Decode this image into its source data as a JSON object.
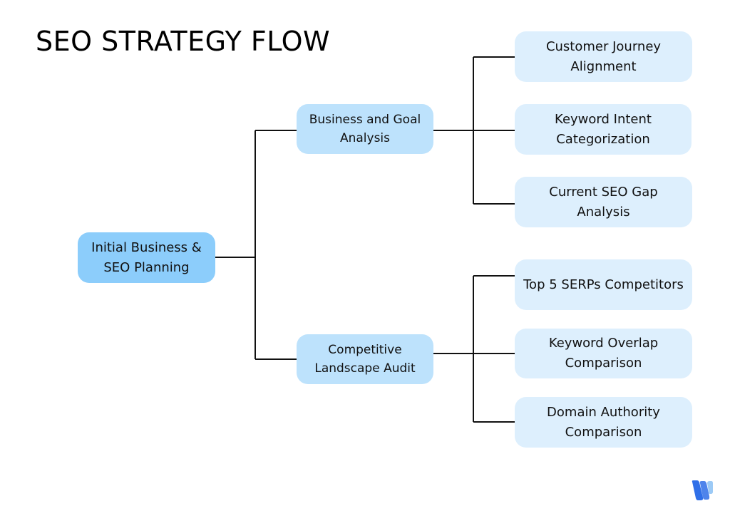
{
  "title": "SEO STRATEGY FLOW",
  "colors": {
    "root_fill": "#8ccdfb",
    "mid_fill": "#bde2fc",
    "leaf_fill": "#ddeffd",
    "connector": "#111111",
    "logo": "#2f6fe8"
  },
  "root": {
    "label": "Initial Business & SEO Planning"
  },
  "branches": [
    {
      "label": "Business and Goal Analysis",
      "children": [
        {
          "label": "Customer Journey Alignment"
        },
        {
          "label": "Keyword Intent Categorization"
        },
        {
          "label": "Current SEO Gap Analysis"
        }
      ]
    },
    {
      "label": "Competitive Landscape Audit",
      "children": [
        {
          "label": "Top 5 SERPs Competitors"
        },
        {
          "label": "Keyword Overlap Comparison"
        },
        {
          "label": "Domain Authority Comparison"
        }
      ]
    }
  ],
  "logo_icon": "brand-w-logo-icon"
}
